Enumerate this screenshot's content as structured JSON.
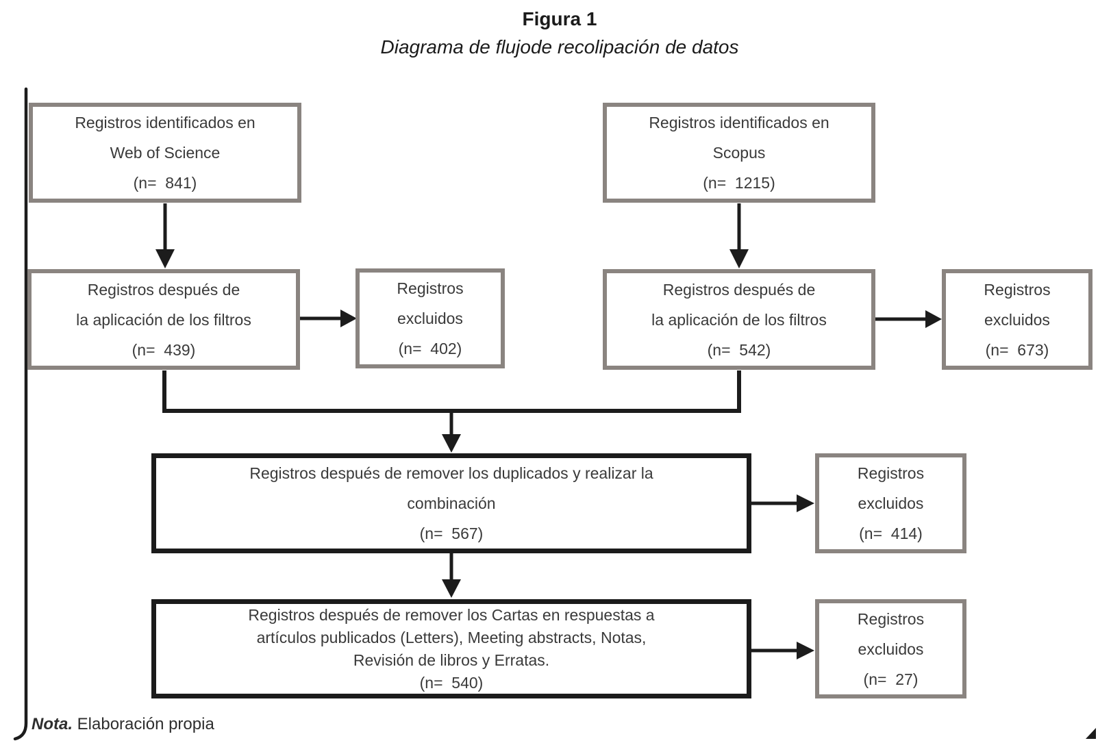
{
  "title": "Figura 1",
  "subtitle": "Diagrama de flujode recolipación de datos",
  "note": {
    "label": "Nota.",
    "text": " Elaboración propia"
  },
  "colors": {
    "box-border-gray": "#8a8480",
    "box-border-black": "#1b1b1b",
    "line": "#1c1c1c",
    "text": "#3a3a3a"
  },
  "boxes": {
    "wos_identified": {
      "lines": [
        "Registros identificados en",
        "Web of Science",
        "(n=  841)"
      ]
    },
    "scopus_identified": {
      "lines": [
        "Registros identificados en",
        "Scopus",
        "(n=  1215)"
      ]
    },
    "wos_filtered": {
      "lines": [
        "Registros después de",
        "la aplicación de los filtros",
        "(n=  439)"
      ]
    },
    "wos_excluded": {
      "lines": [
        "Registros",
        "excluidos",
        "(n=  402)"
      ]
    },
    "scopus_filtered": {
      "lines": [
        "Registros después de",
        "la aplicación de los filtros",
        "(n=  542)"
      ]
    },
    "scopus_excluded": {
      "lines": [
        "Registros",
        "excluidos",
        "(n=  673)"
      ]
    },
    "merged": {
      "lines": [
        "Registros después de remover los duplicados y realizar la",
        "combinación",
        "(n=  567)"
      ]
    },
    "merged_excluded": {
      "lines": [
        "Registros",
        "excluidos",
        "(n=  414)"
      ]
    },
    "letters_removed": {
      "lines": [
        "Registros después de remover los Cartas en respuestas a",
        "artículos publicados (Letters), Meeting abstracts, Notas,",
        "Revisión de libros y Erratas.",
        "(n=  540)"
      ]
    },
    "letters_excluded": {
      "lines": [
        "Registros",
        "excluidos",
        "(n=  27)"
      ]
    }
  }
}
